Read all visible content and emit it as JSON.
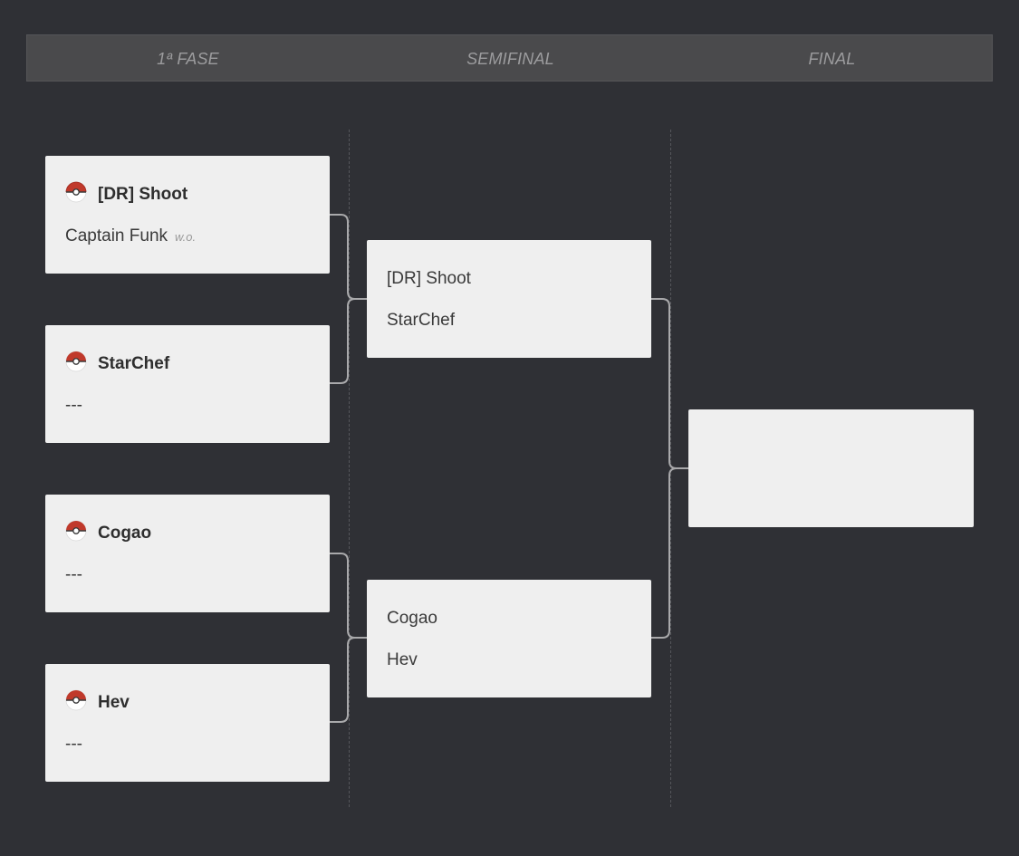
{
  "header": {
    "rounds": [
      "1ª FASE",
      "SEMIFINAL",
      "FINAL"
    ]
  },
  "icons": {
    "winner_icon": "pokeball-icon"
  },
  "colors": {
    "background": "#2f3035",
    "header": "#4a4a4c",
    "match_card": "#efefef",
    "connector": "#a9a9ab"
  },
  "round1": {
    "matches": [
      {
        "p1": "[DR] Shoot",
        "p2": "Captain Funk",
        "p2_note": "w.o."
      },
      {
        "p1": "StarChef",
        "p2": "---"
      },
      {
        "p1": "Cogao",
        "p2": "---"
      },
      {
        "p1": "Hev",
        "p2": "---"
      }
    ]
  },
  "semifinal": {
    "matches": [
      {
        "p1": "[DR] Shoot",
        "p2": "StarChef"
      },
      {
        "p1": "Cogao",
        "p2": "Hev"
      }
    ]
  },
  "final": {
    "matches": [
      {
        "p1": "",
        "p2": ""
      }
    ]
  }
}
